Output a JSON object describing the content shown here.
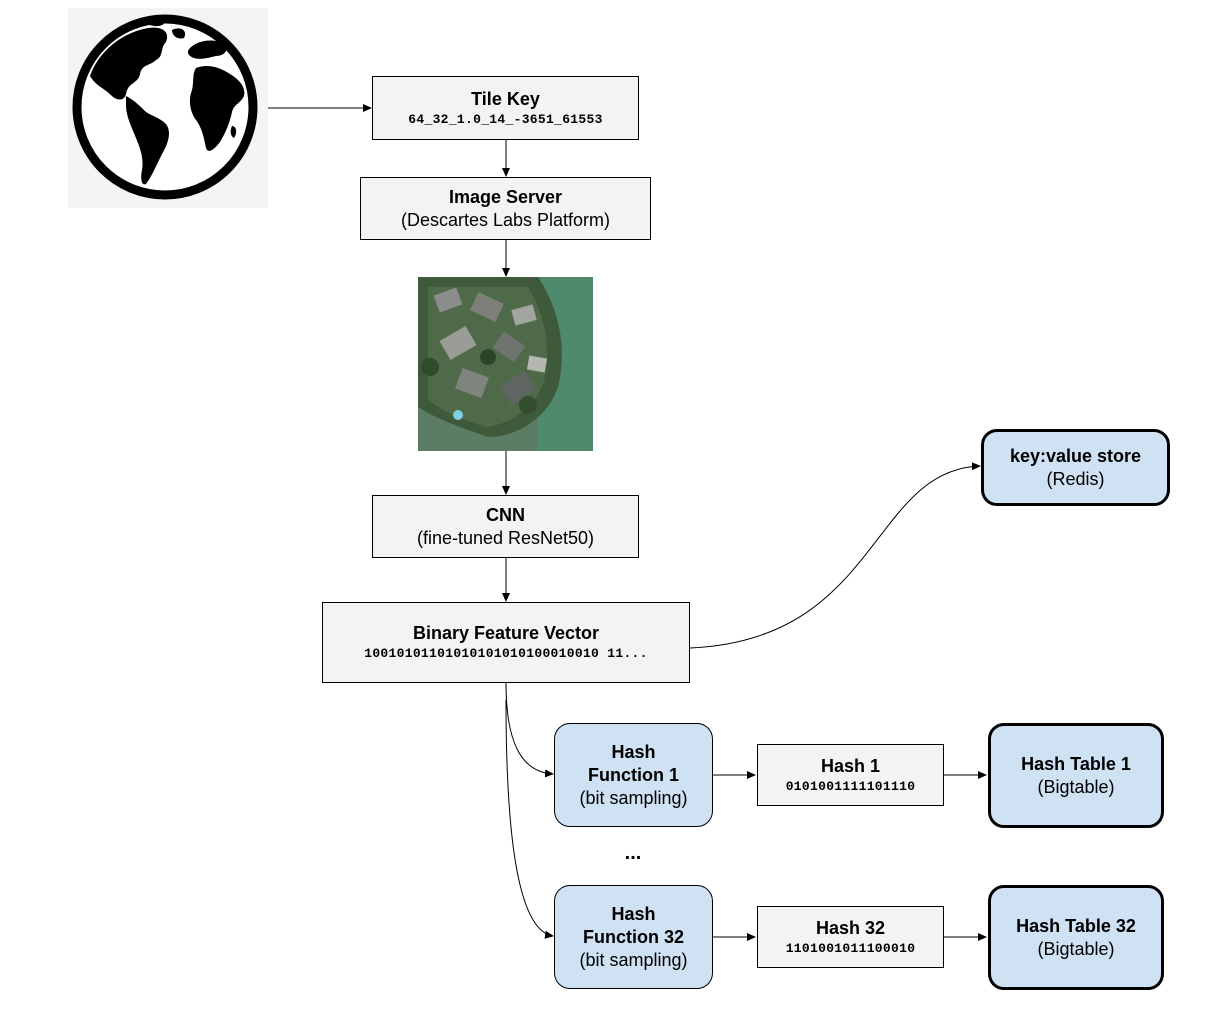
{
  "tile_key": {
    "title": "Tile Key",
    "value": "64_32_1.0_14_-3651_61553"
  },
  "image_server": {
    "title": "Image Server",
    "subtitle": "(Descartes Labs Platform)"
  },
  "cnn": {
    "title": "CNN",
    "subtitle": "(fine-tuned ResNet50)"
  },
  "feature_vector": {
    "title": "Binary Feature Vector",
    "value": "10010101101010101010100010010 11..."
  },
  "kv_store": {
    "title": "key:value store",
    "subtitle": "(Redis)"
  },
  "hash_function_1": {
    "title_line1": "Hash",
    "title_line2": "Function 1",
    "subtitle": "(bit sampling)"
  },
  "hash_function_32": {
    "title_line1": "Hash",
    "title_line2": "Function 32",
    "subtitle": "(bit sampling)"
  },
  "hash_1": {
    "title": "Hash 1",
    "value": "0101001111101110"
  },
  "hash_32": {
    "title": "Hash 32",
    "value": "1101001011100010"
  },
  "hash_table_1": {
    "title": "Hash Table 1",
    "subtitle": "(Bigtable)"
  },
  "hash_table_32": {
    "title": "Hash Table 32",
    "subtitle": "(Bigtable)"
  },
  "ellipsis": "...",
  "icons": {
    "globe": "globe-icon",
    "aerial": "aerial-image"
  },
  "colors": {
    "box_fill": "#f3f3f3",
    "store_fill": "#cfe2f3",
    "stroke": "#000000"
  }
}
